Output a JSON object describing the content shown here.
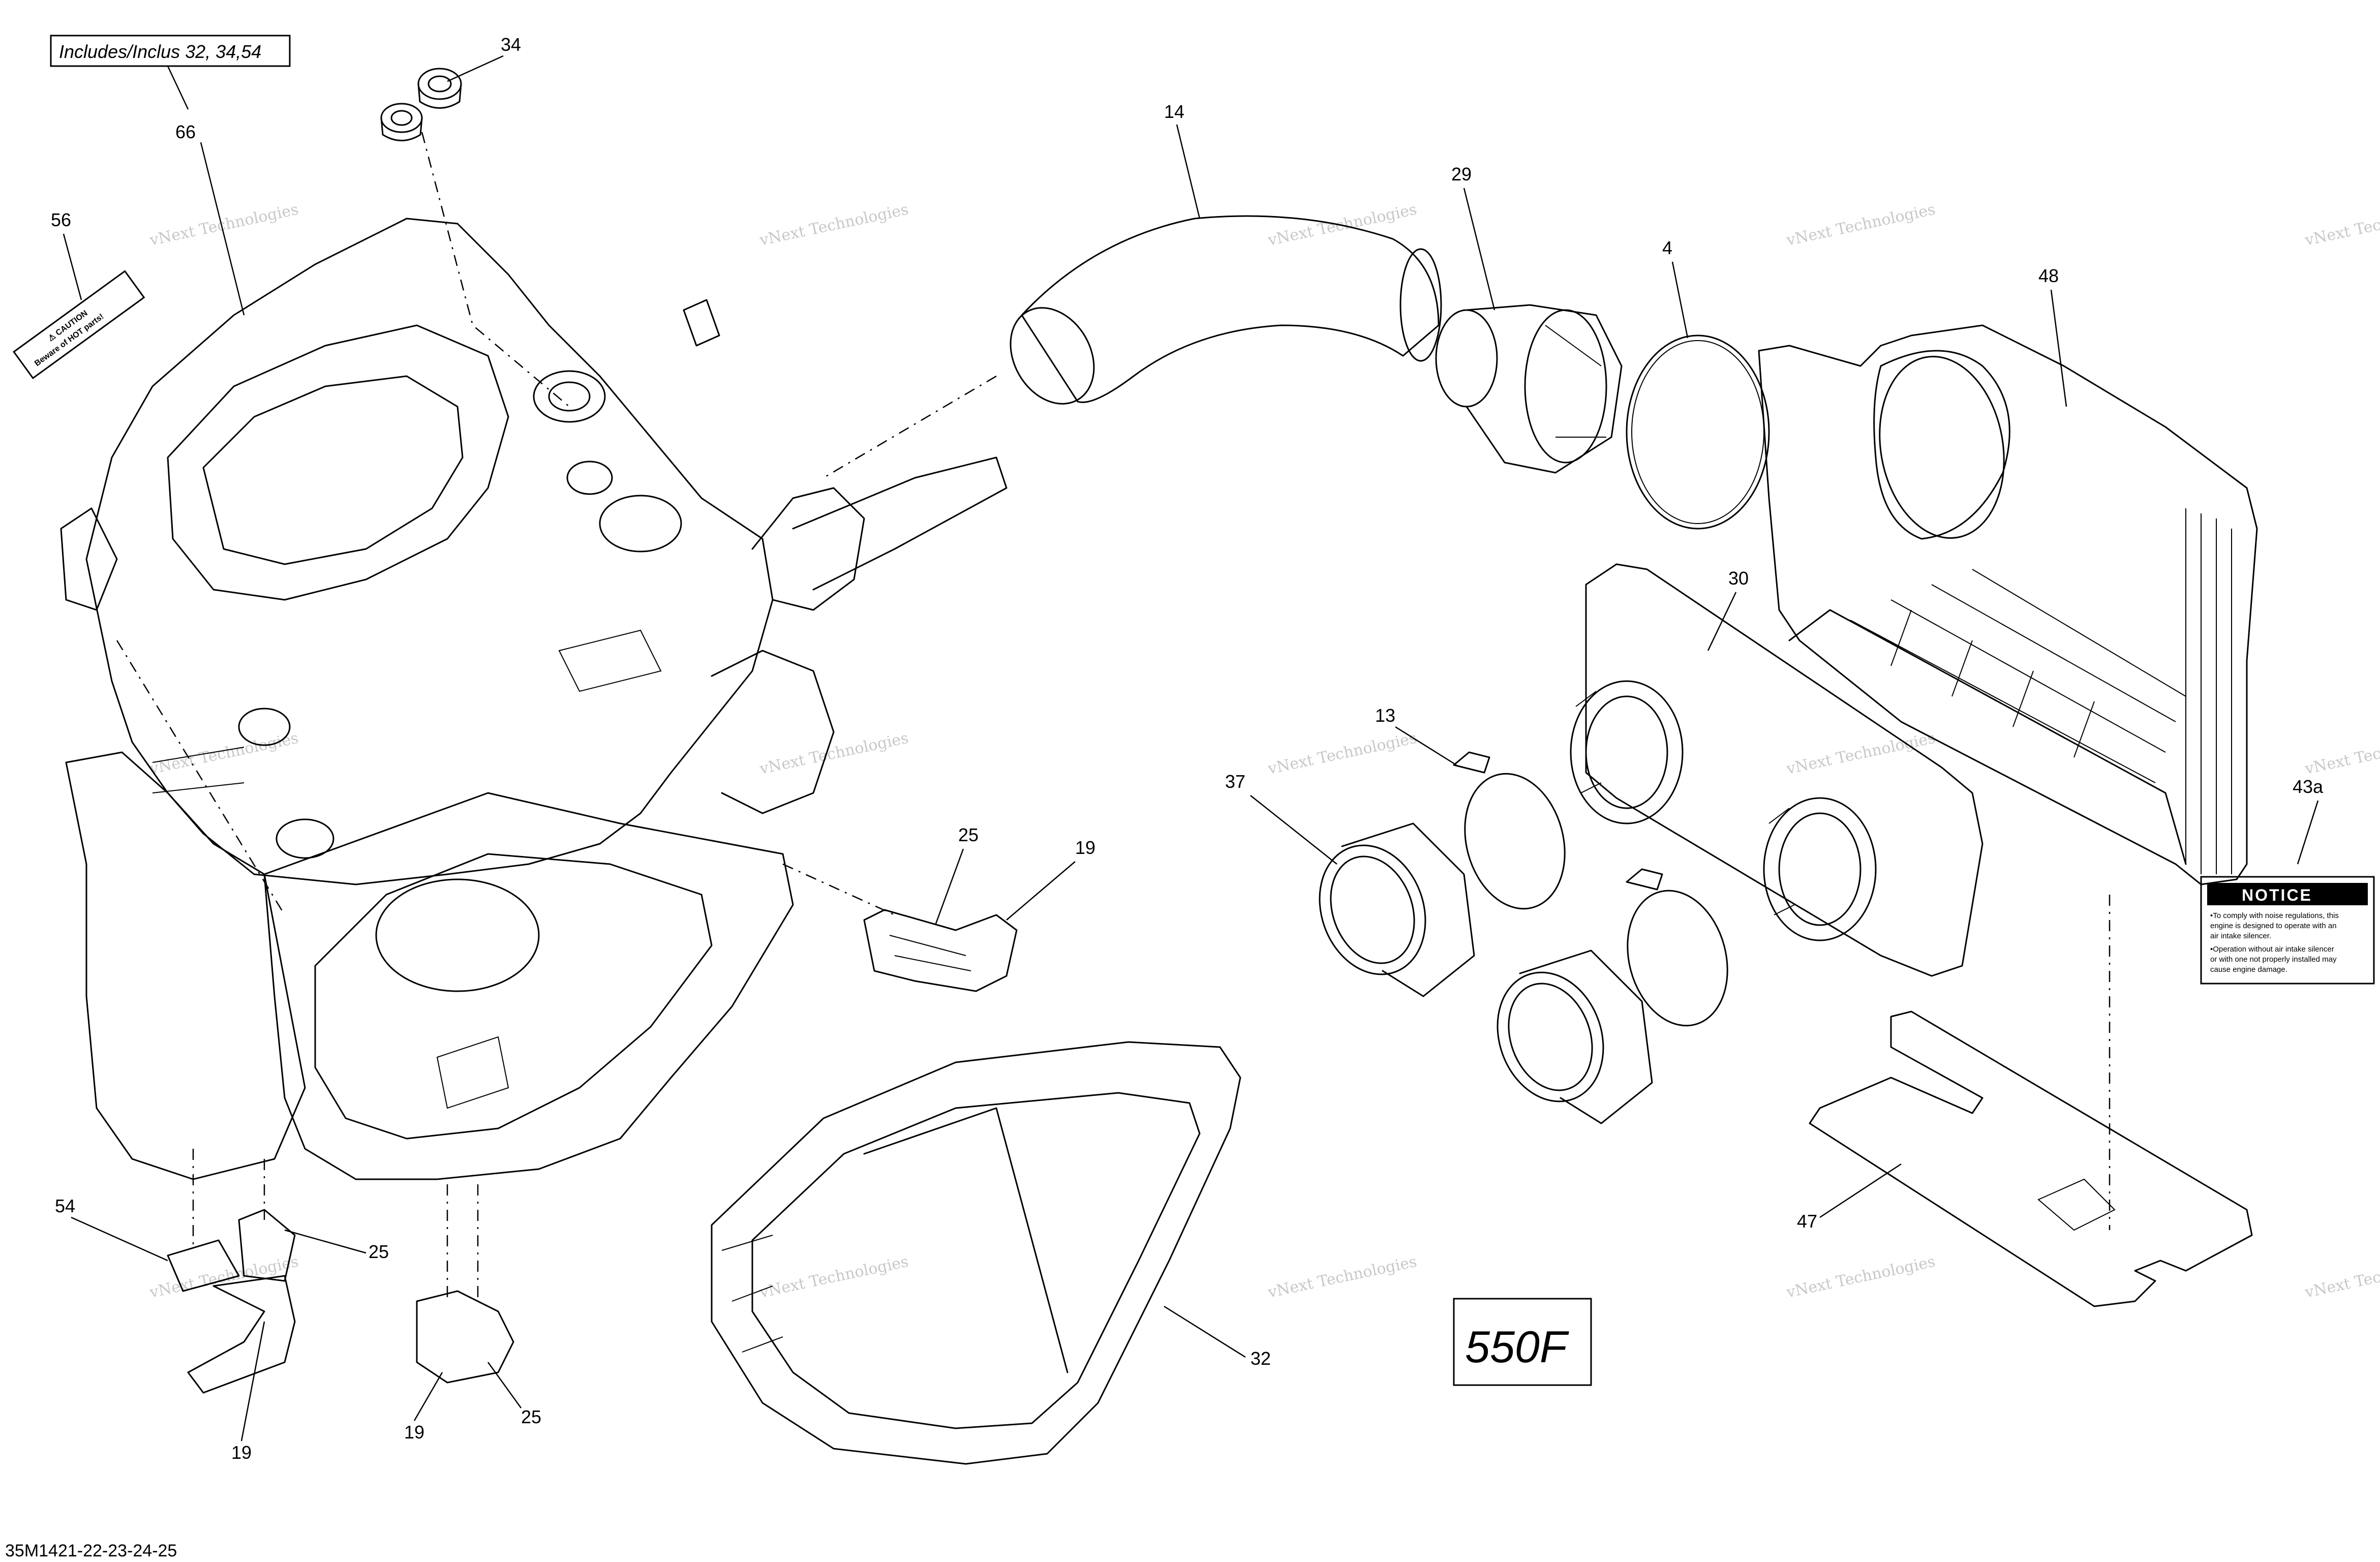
{
  "diagram": {
    "includes_box": "Includes/Inclus 32, 34,54",
    "model_label": "550F",
    "reference_code": "35M1421-22-23-24-25",
    "watermark_line1": "vNext Technologies",
    "watermark_line2": "vNext Technologies",
    "callouts": [
      "34",
      "66",
      "56",
      "14",
      "29",
      "4",
      "48",
      "30",
      "13",
      "37",
      "25",
      "19",
      "43a",
      "54",
      "25",
      "19",
      "25",
      "32",
      "47"
    ],
    "caution_label": {
      "line1": "⚠ CAUTION",
      "line2": "Beware of HOT parts!"
    },
    "notice_label": {
      "title": "NOTICE",
      "line1": "•To comply with noise regulations, this",
      "line2": "engine is designed to operate with an",
      "line3": "air intake silencer.",
      "line4": "•Operation without air intake silencer",
      "line5": "or with one not properly installed may",
      "line6": "cause engine damage."
    }
  }
}
